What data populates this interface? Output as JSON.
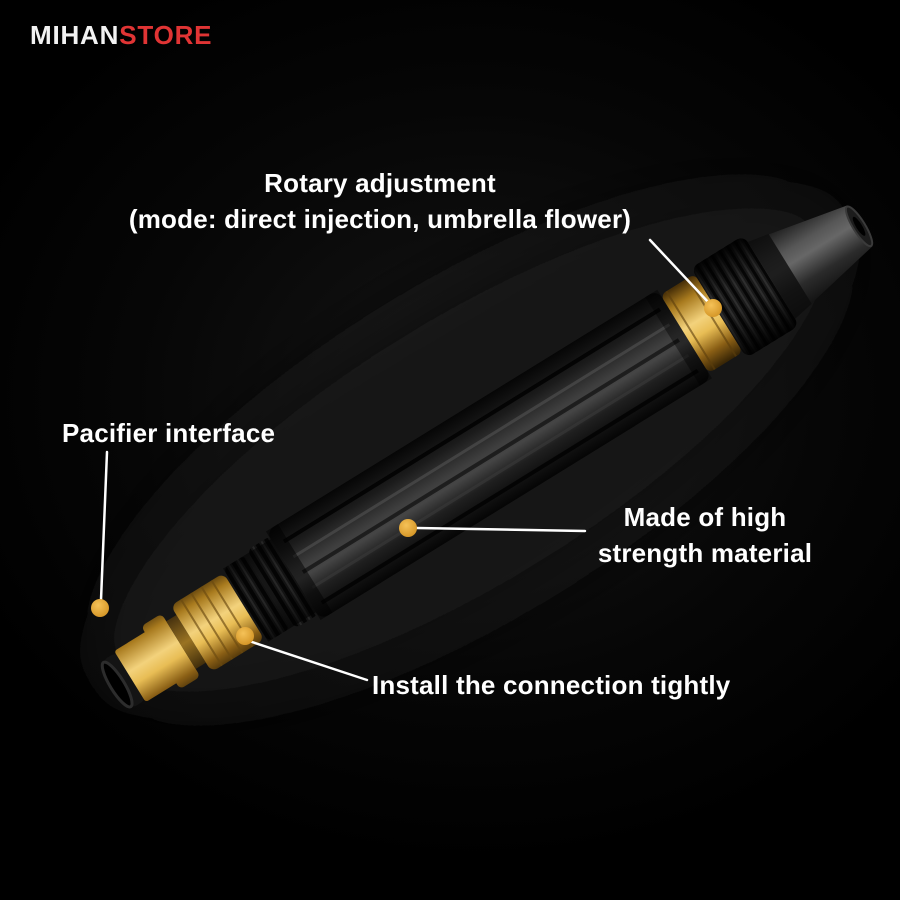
{
  "brand": {
    "primary": "MIHAN",
    "secondary": "STORE"
  },
  "colors": {
    "background": "#000000",
    "label_text": "#ffffff",
    "logo_primary": "#f2f2f2",
    "logo_secondary": "#e03434",
    "callout_line": "#ffffff",
    "callout_dot": "#dfa02e",
    "brass": "#d9a839",
    "body_black": "#1c1c1c"
  },
  "callouts": {
    "rotary": {
      "line1": "Rotary adjustment",
      "line2": "(mode: direct injection, umbrella flower)"
    },
    "pacifier": {
      "label": "Pacifier interface"
    },
    "material": {
      "line1": "Made of high",
      "line2": "strength material"
    },
    "install": {
      "label": "Install the connection tightly"
    }
  }
}
